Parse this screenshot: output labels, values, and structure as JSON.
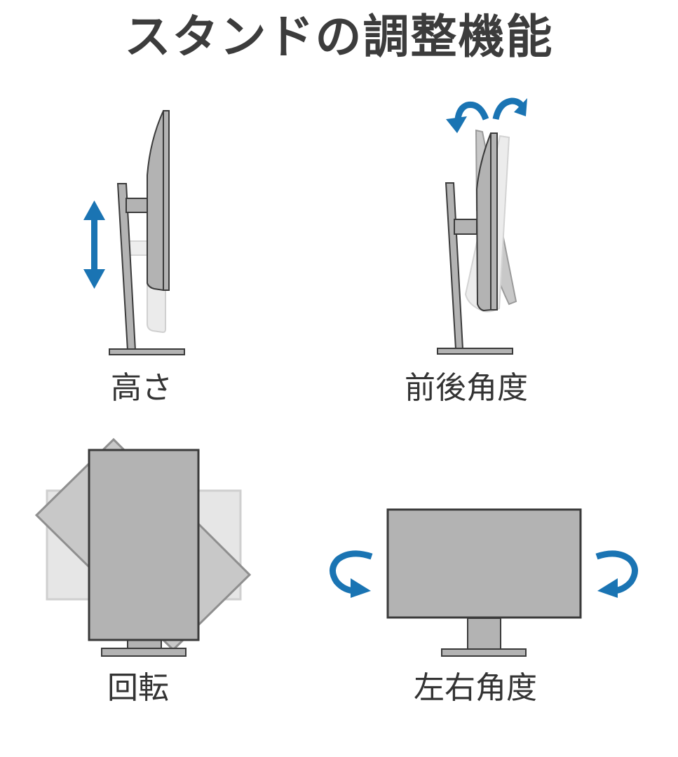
{
  "page": {
    "title": "スタンドの調整機能"
  },
  "panels": [
    {
      "id": "height",
      "label": "高さ",
      "icon": "vertical-double-arrow"
    },
    {
      "id": "tilt",
      "label": "前後角度",
      "icon": "tilt-curved-arrows"
    },
    {
      "id": "pivot",
      "label": "回転",
      "icon": "rotate-monitor"
    },
    {
      "id": "swivel",
      "label": "左右角度",
      "icon": "swivel-curved-arrows"
    }
  ],
  "colors": {
    "accent_arrow": "#1a74b3",
    "monitor_fill": "#b3b3b3",
    "monitor_outline": "#3a3a3a",
    "ghost_fill": "#e4e4e4",
    "text": "#333333"
  }
}
